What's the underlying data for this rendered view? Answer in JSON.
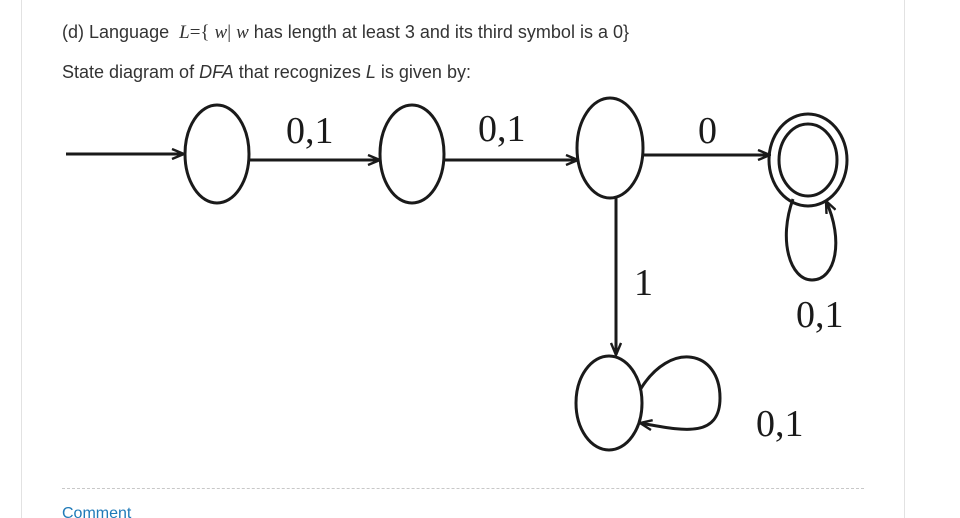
{
  "question": {
    "prefix": "(d) Language",
    "math_L": "L",
    "math_eq": "={",
    "math_w1": "w",
    "math_bar": "|",
    "math_w2": "w",
    "condition": "has length at least 3 and its third symbol is a 0}",
    "line2_pre": "State diagram of",
    "line2_dfa": "DFA",
    "line2_mid": "that recognizes",
    "line2_L": "L",
    "line2_post": "is given by:"
  },
  "diagram": {
    "labels": {
      "t1": "0,1",
      "t2": "0,1",
      "t3": "0",
      "t4": "1",
      "loop_accept": "0,1",
      "loop_dead": "0,1"
    }
  },
  "footer": {
    "comment_label": "Comment"
  },
  "colors": {
    "text": "#333333",
    "diagram_stroke": "#1a1a1a",
    "link": "#1f7ab8",
    "divider": "#c8c8c8"
  }
}
